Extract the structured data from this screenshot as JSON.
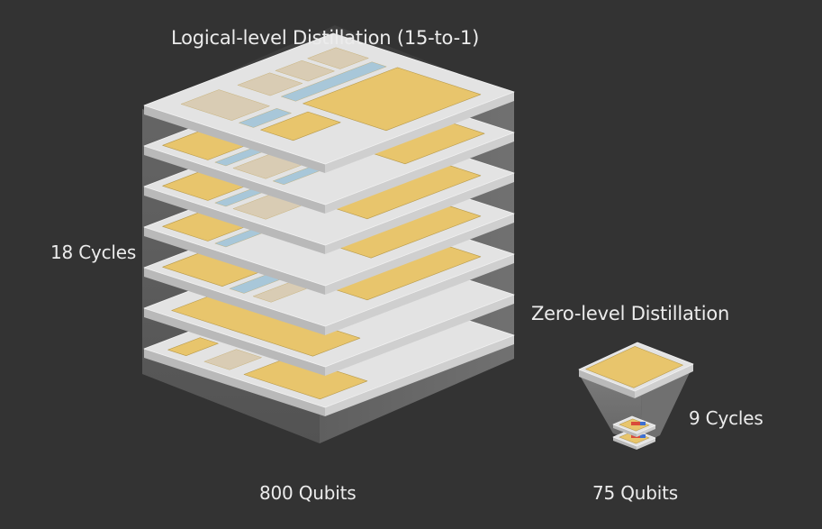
{
  "labels": {
    "logical_title": "Logical-level Distillation (15-to-1)",
    "logical_cycles": "18 Cycles",
    "logical_qubits": "800 Qubits",
    "zero_title": "Zero-level Distillation",
    "zero_cycles": "9 Cycles",
    "zero_qubits": "75 Qubits"
  },
  "colors": {
    "background": "#333333",
    "layer": "#e3e3e3",
    "layer_edge": "#b9b9b9",
    "patch_gold": "#e8c56c",
    "patch_beige": "#d9ccb4",
    "patch_blue": "#a8c7d9",
    "column_glass": "#9c9c9c",
    "text": "#ececec"
  },
  "logical_stack": {
    "layers": 7,
    "cycles": 18,
    "qubits": 800
  },
  "zero_stack": {
    "layers": 3,
    "cycles": 9,
    "qubits": 75
  }
}
